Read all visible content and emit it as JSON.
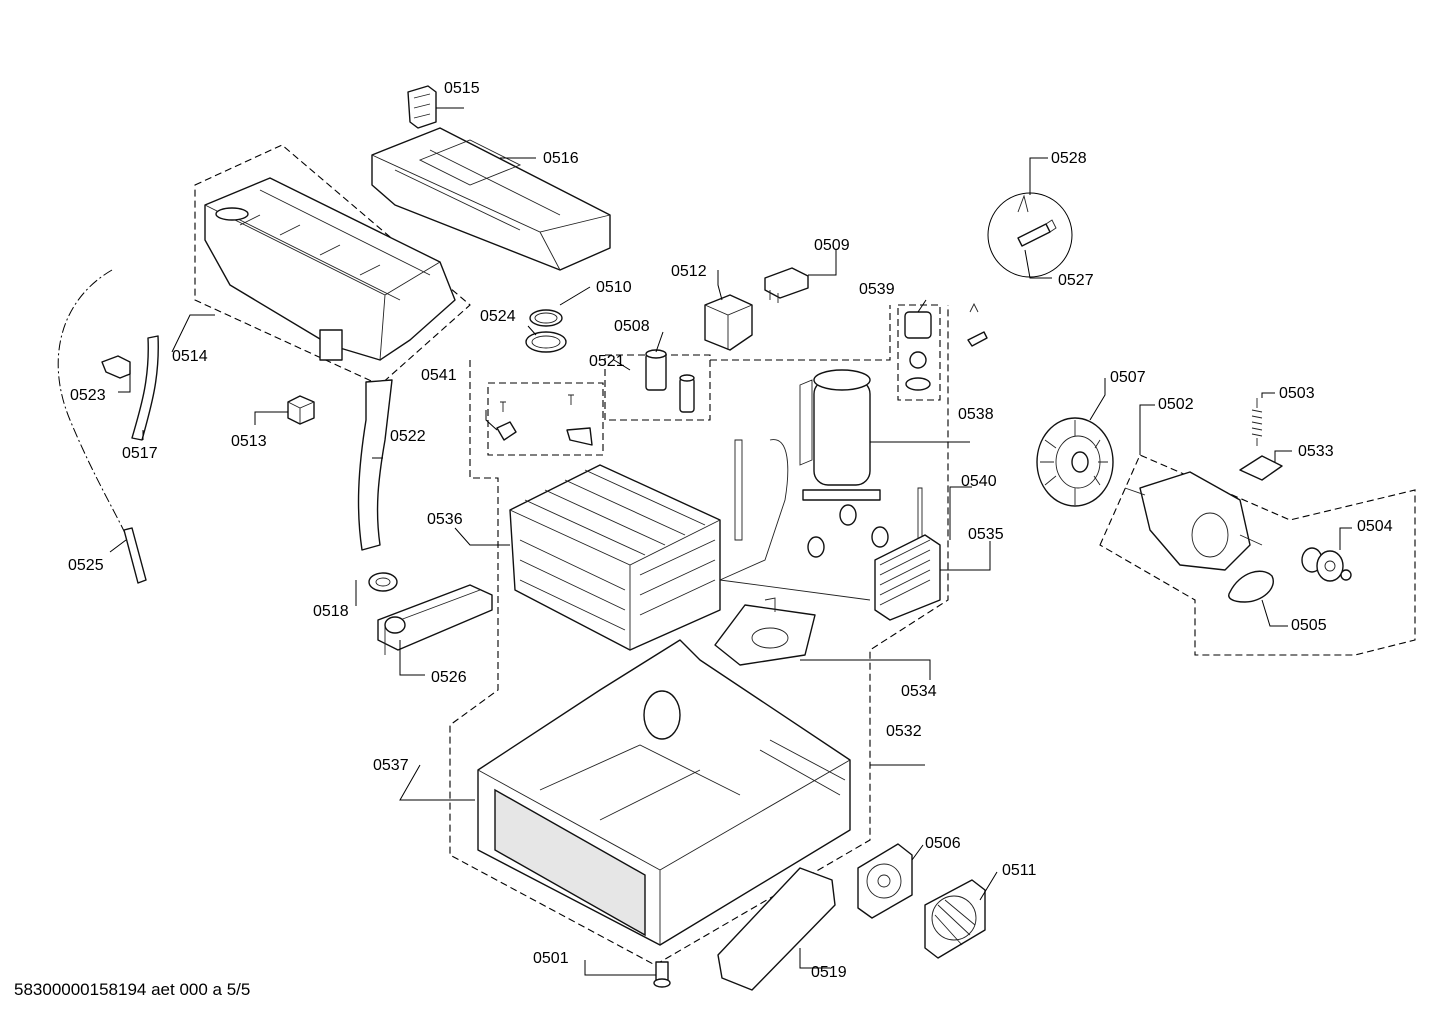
{
  "parts": [
    {
      "id": "p0501",
      "label": "0501"
    },
    {
      "id": "p0502",
      "label": "0502"
    },
    {
      "id": "p0503",
      "label": "0503"
    },
    {
      "id": "p0504",
      "label": "0504"
    },
    {
      "id": "p0505",
      "label": "0505"
    },
    {
      "id": "p0506",
      "label": "0506"
    },
    {
      "id": "p0507",
      "label": "0507"
    },
    {
      "id": "p0508",
      "label": "0508"
    },
    {
      "id": "p0509",
      "label": "0509"
    },
    {
      "id": "p0510",
      "label": "0510"
    },
    {
      "id": "p0511",
      "label": "0511"
    },
    {
      "id": "p0512",
      "label": "0512"
    },
    {
      "id": "p0513",
      "label": "0513"
    },
    {
      "id": "p0514",
      "label": "0514"
    },
    {
      "id": "p0515",
      "label": "0515"
    },
    {
      "id": "p0516",
      "label": "0516"
    },
    {
      "id": "p0517",
      "label": "0517"
    },
    {
      "id": "p0518",
      "label": "0518"
    },
    {
      "id": "p0519",
      "label": "0519"
    },
    {
      "id": "p0521",
      "label": "0521"
    },
    {
      "id": "p0522",
      "label": "0522"
    },
    {
      "id": "p0523",
      "label": "0523"
    },
    {
      "id": "p0524",
      "label": "0524"
    },
    {
      "id": "p0525",
      "label": "0525"
    },
    {
      "id": "p0526",
      "label": "0526"
    },
    {
      "id": "p0527",
      "label": "0527"
    },
    {
      "id": "p0528",
      "label": "0528"
    },
    {
      "id": "p0532",
      "label": "0532"
    },
    {
      "id": "p0533",
      "label": "0533"
    },
    {
      "id": "p0534",
      "label": "0534"
    },
    {
      "id": "p0535",
      "label": "0535"
    },
    {
      "id": "p0536",
      "label": "0536"
    },
    {
      "id": "p0537",
      "label": "0537"
    },
    {
      "id": "p0538",
      "label": "0538"
    },
    {
      "id": "p0539",
      "label": "0539"
    },
    {
      "id": "p0540",
      "label": "0540"
    },
    {
      "id": "p0541",
      "label": "0541"
    }
  ],
  "document_id": "58300000158194 aet 000 a 5/5"
}
